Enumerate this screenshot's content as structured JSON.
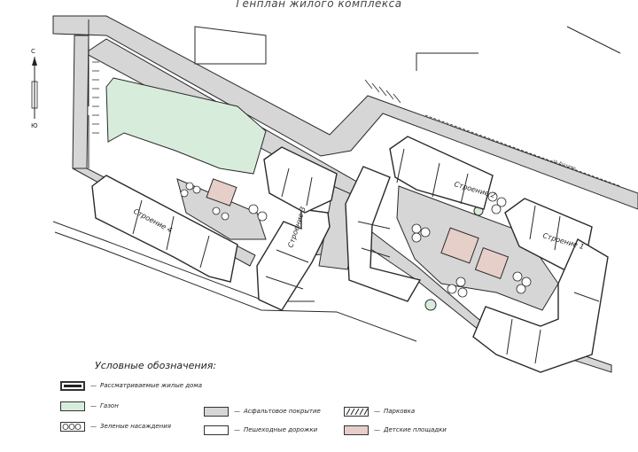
{
  "title": "Генплан жилого комплекса",
  "compass": {
    "north": "С",
    "south": "Ю"
  },
  "street_labels": {
    "main_street": "ул. Кутузова"
  },
  "buildings": [
    {
      "id": "b1",
      "label": "Строение 1"
    },
    {
      "id": "b2",
      "label": "Строение 2"
    },
    {
      "id": "b3",
      "label": "Строение 3"
    },
    {
      "id": "b4",
      "label": "Строение 4"
    }
  ],
  "legend": {
    "title": "Условные обозначения:",
    "items": [
      {
        "key": "houses",
        "label": "Рассматриваемые жилые дома"
      },
      {
        "key": "lawn",
        "label": "Газон"
      },
      {
        "key": "trees",
        "label": "Зеленые насаждения"
      },
      {
        "key": "asphalt",
        "label": "Асфальтовое покрытие"
      },
      {
        "key": "walkways",
        "label": "Пешеходные дорожки"
      },
      {
        "key": "parking",
        "label": "Парковка"
      },
      {
        "key": "playgrounds",
        "label": "Детские площадки"
      }
    ]
  },
  "colors": {
    "lawn": "#d8ecdc",
    "asphalt": "#d6d6d6",
    "playground": "#e6cfc9",
    "building": "#ffffff",
    "line": "#2a2a2a"
  }
}
